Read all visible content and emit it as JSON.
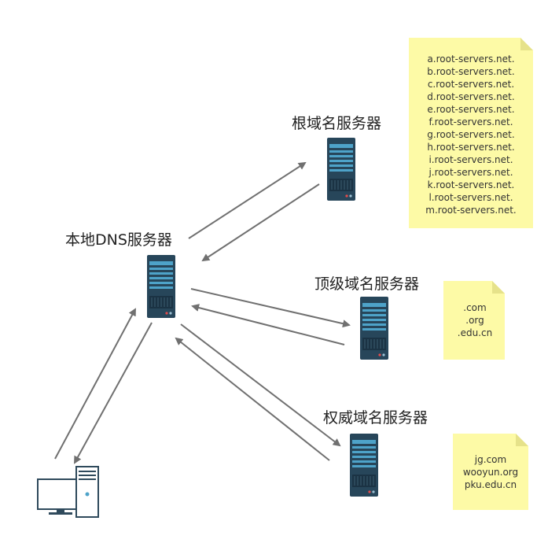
{
  "nodes": {
    "root": {
      "label": "根域名服务器"
    },
    "local": {
      "label": "本地DNS服务器"
    },
    "tld": {
      "label": "顶级域名服务器"
    },
    "auth": {
      "label": "权威域名服务器"
    }
  },
  "notes": {
    "root_servers": [
      "a.root-servers.net.",
      "b.root-servers.net.",
      "c.root-servers.net.",
      "d.root-servers.net.",
      "e.root-servers.net.",
      "f.root-servers.net.",
      "g.root-servers.net.",
      "h.root-servers.net.",
      "i.root-servers.net.",
      "j.root-servers.net.",
      "k.root-servers.net.",
      "l.root-servers.net.",
      "m.root-servers.net."
    ],
    "tld_domains": [
      ".com",
      ".org",
      ".edu.cn"
    ],
    "auth_domains": [
      "jg.com",
      "wooyun.org",
      "pku.edu.cn"
    ]
  },
  "colors": {
    "note_fill": "#fdfaa6",
    "note_fold": "#e6e28a",
    "server_body": "#27465a",
    "server_panel": "#1b3344",
    "server_bar": "#4ea3c9",
    "arrow": "#707070"
  }
}
